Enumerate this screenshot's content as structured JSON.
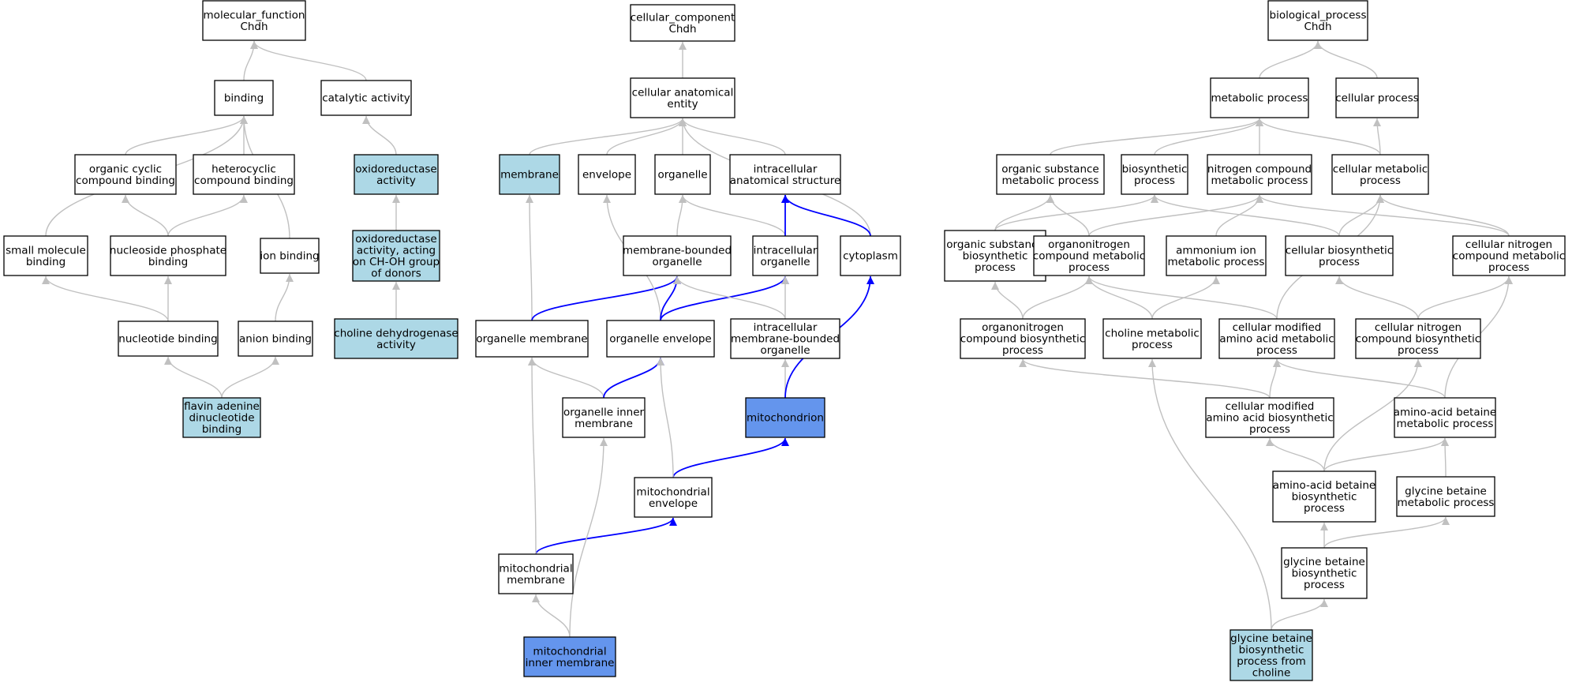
{
  "colors": {
    "plain": "#ffffff",
    "light_blue": "#add8e6",
    "cornflower": "#6495ed",
    "edge_gray": "#c0c0c0",
    "edge_blue": "#0000ff"
  },
  "nodes": {
    "mf_root": {
      "lines": [
        "molecular_function",
        "Chdh"
      ],
      "fill": "plain"
    },
    "binding": {
      "lines": [
        "binding"
      ],
      "fill": "plain"
    },
    "catalytic": {
      "lines": [
        "catalytic activity"
      ],
      "fill": "plain"
    },
    "org_cyclic": {
      "lines": [
        "organic cyclic",
        "compound binding"
      ],
      "fill": "plain"
    },
    "heterocyclic": {
      "lines": [
        "heterocyclic",
        "compound binding"
      ],
      "fill": "plain"
    },
    "oxidoreductase": {
      "lines": [
        "oxidoreductase",
        "activity"
      ],
      "fill": "light_blue"
    },
    "small_mol": {
      "lines": [
        "small molecule",
        "binding"
      ],
      "fill": "plain"
    },
    "nuc_phos": {
      "lines": [
        "nucleoside phosphate",
        "binding"
      ],
      "fill": "plain"
    },
    "ion_binding": {
      "lines": [
        "ion binding"
      ],
      "fill": "plain"
    },
    "oxidoreductase_choh": {
      "lines": [
        "oxidoreductase",
        "activity, acting",
        "on CH-OH group",
        "of donors"
      ],
      "fill": "light_blue"
    },
    "nuc_binding": {
      "lines": [
        "nucleotide binding"
      ],
      "fill": "plain"
    },
    "anion_binding": {
      "lines": [
        "anion binding"
      ],
      "fill": "plain"
    },
    "choline_dh": {
      "lines": [
        "choline dehydrogenase",
        "activity"
      ],
      "fill": "light_blue"
    },
    "fad_binding": {
      "lines": [
        "flavin adenine",
        "dinucleotide",
        "binding"
      ],
      "fill": "light_blue"
    },
    "cc_root": {
      "lines": [
        "cellular_component",
        "Chdh"
      ],
      "fill": "plain"
    },
    "cae": {
      "lines": [
        "cellular anatomical",
        "entity"
      ],
      "fill": "plain"
    },
    "membrane": {
      "lines": [
        "membrane"
      ],
      "fill": "light_blue"
    },
    "envelope": {
      "lines": [
        "envelope"
      ],
      "fill": "plain"
    },
    "organelle": {
      "lines": [
        "organelle"
      ],
      "fill": "plain"
    },
    "ias": {
      "lines": [
        "intracellular",
        "anatomical structure"
      ],
      "fill": "plain"
    },
    "mbo": {
      "lines": [
        "membrane-bounded",
        "organelle"
      ],
      "fill": "plain"
    },
    "io": {
      "lines": [
        "intracellular",
        "organelle"
      ],
      "fill": "plain"
    },
    "cytoplasm": {
      "lines": [
        "cytoplasm"
      ],
      "fill": "plain"
    },
    "org_membrane": {
      "lines": [
        "organelle membrane"
      ],
      "fill": "plain"
    },
    "org_envelope": {
      "lines": [
        "organelle envelope"
      ],
      "fill": "plain"
    },
    "imbo": {
      "lines": [
        "intracellular",
        "membrane-bounded",
        "organelle"
      ],
      "fill": "plain"
    },
    "org_inner": {
      "lines": [
        "organelle inner",
        "membrane"
      ],
      "fill": "plain"
    },
    "mitochondrion": {
      "lines": [
        "mitochondrion"
      ],
      "fill": "cornflower"
    },
    "mito_env": {
      "lines": [
        "mitochondrial",
        "envelope"
      ],
      "fill": "plain"
    },
    "mito_mem": {
      "lines": [
        "mitochondrial",
        "membrane"
      ],
      "fill": "plain"
    },
    "mito_inner": {
      "lines": [
        "mitochondrial",
        "inner membrane"
      ],
      "fill": "cornflower"
    },
    "bp_root": {
      "lines": [
        "biological_process",
        "Chdh"
      ],
      "fill": "plain"
    },
    "metabolic": {
      "lines": [
        "metabolic process"
      ],
      "fill": "plain"
    },
    "cellular_proc": {
      "lines": [
        "cellular process"
      ],
      "fill": "plain"
    },
    "osmp": {
      "lines": [
        "organic substance",
        "metabolic process"
      ],
      "fill": "plain"
    },
    "biosynthetic": {
      "lines": [
        "biosynthetic",
        "process"
      ],
      "fill": "plain"
    },
    "ncmp": {
      "lines": [
        "nitrogen compound",
        "metabolic process"
      ],
      "fill": "plain"
    },
    "cmp": {
      "lines": [
        "cellular metabolic",
        "process"
      ],
      "fill": "plain"
    },
    "osbp": {
      "lines": [
        "organic substance",
        "biosynthetic",
        "process"
      ],
      "fill": "plain"
    },
    "oncmp": {
      "lines": [
        "organonitrogen",
        "compound metabolic",
        "process"
      ],
      "fill": "plain"
    },
    "ammonium": {
      "lines": [
        "ammonium ion",
        "metabolic process"
      ],
      "fill": "plain"
    },
    "cbp": {
      "lines": [
        "cellular biosynthetic",
        "process"
      ],
      "fill": "plain"
    },
    "cncmp": {
      "lines": [
        "cellular nitrogen",
        "compound metabolic",
        "process"
      ],
      "fill": "plain"
    },
    "oncbp": {
      "lines": [
        "organonitrogen",
        "compound biosynthetic",
        "process"
      ],
      "fill": "plain"
    },
    "choline_mp": {
      "lines": [
        "choline metabolic",
        "process"
      ],
      "fill": "plain"
    },
    "cmaamp": {
      "lines": [
        "cellular modified",
        "amino acid metabolic",
        "process"
      ],
      "fill": "plain"
    },
    "cncbp": {
      "lines": [
        "cellular nitrogen",
        "compound biosynthetic",
        "process"
      ],
      "fill": "plain"
    },
    "cmaabp": {
      "lines": [
        "cellular modified",
        "amino acid biosynthetic",
        "process"
      ],
      "fill": "plain"
    },
    "aabmp": {
      "lines": [
        "amino-acid betaine",
        "metabolic process"
      ],
      "fill": "plain"
    },
    "aabbp": {
      "lines": [
        "amino-acid betaine",
        "biosynthetic",
        "process"
      ],
      "fill": "plain"
    },
    "gbmp": {
      "lines": [
        "glycine betaine",
        "metabolic process"
      ],
      "fill": "plain"
    },
    "gbbp": {
      "lines": [
        "glycine betaine",
        "biosynthetic",
        "process"
      ],
      "fill": "plain"
    },
    "gbbp_choline": {
      "lines": [
        "glycine betaine",
        "biosynthetic",
        "process from",
        "choline"
      ],
      "fill": "light_blue"
    }
  },
  "edges": [
    {
      "from": "binding",
      "to": "mf_root",
      "style": "gray"
    },
    {
      "from": "catalytic",
      "to": "mf_root",
      "style": "gray"
    },
    {
      "from": "org_cyclic",
      "to": "binding",
      "style": "gray"
    },
    {
      "from": "heterocyclic",
      "to": "binding",
      "style": "gray"
    },
    {
      "from": "small_mol",
      "to": "binding",
      "style": "gray"
    },
    {
      "from": "ion_binding",
      "to": "binding",
      "style": "gray"
    },
    {
      "from": "oxidoreductase",
      "to": "catalytic",
      "style": "gray"
    },
    {
      "from": "nuc_phos",
      "to": "org_cyclic",
      "style": "gray"
    },
    {
      "from": "nuc_phos",
      "to": "heterocyclic",
      "style": "gray"
    },
    {
      "from": "oxidoreductase_choh",
      "to": "oxidoreductase",
      "style": "gray"
    },
    {
      "from": "nuc_binding",
      "to": "small_mol",
      "style": "gray"
    },
    {
      "from": "nuc_binding",
      "to": "nuc_phos",
      "style": "gray"
    },
    {
      "from": "anion_binding",
      "to": "ion_binding",
      "style": "gray"
    },
    {
      "from": "choline_dh",
      "to": "oxidoreductase_choh",
      "style": "gray"
    },
    {
      "from": "fad_binding",
      "to": "nuc_binding",
      "style": "gray"
    },
    {
      "from": "fad_binding",
      "to": "anion_binding",
      "style": "gray"
    },
    {
      "from": "cae",
      "to": "cc_root",
      "style": "gray"
    },
    {
      "from": "membrane",
      "to": "cae",
      "style": "gray"
    },
    {
      "from": "envelope",
      "to": "cae",
      "style": "gray"
    },
    {
      "from": "organelle",
      "to": "cae",
      "style": "gray"
    },
    {
      "from": "ias",
      "to": "cae",
      "style": "gray"
    },
    {
      "from": "cytoplasm",
      "to": "cae",
      "style": "gray"
    },
    {
      "from": "mbo",
      "to": "organelle",
      "style": "gray"
    },
    {
      "from": "io",
      "to": "organelle",
      "style": "gray"
    },
    {
      "from": "io",
      "to": "ias",
      "style": "blue"
    },
    {
      "from": "cytoplasm",
      "to": "ias",
      "style": "blue"
    },
    {
      "from": "org_membrane",
      "to": "membrane",
      "style": "gray"
    },
    {
      "from": "org_membrane",
      "to": "mbo",
      "style": "blue"
    },
    {
      "from": "org_envelope",
      "to": "envelope",
      "style": "gray"
    },
    {
      "from": "org_envelope",
      "to": "mbo",
      "style": "blue"
    },
    {
      "from": "org_envelope",
      "to": "io",
      "style": "blue"
    },
    {
      "from": "imbo",
      "to": "mbo",
      "style": "gray"
    },
    {
      "from": "imbo",
      "to": "io",
      "style": "gray"
    },
    {
      "from": "org_inner",
      "to": "org_membrane",
      "style": "gray"
    },
    {
      "from": "org_inner",
      "to": "org_envelope",
      "style": "blue"
    },
    {
      "from": "mitochondrion",
      "to": "imbo",
      "style": "gray"
    },
    {
      "from": "mitochondrion",
      "to": "cytoplasm",
      "style": "blue"
    },
    {
      "from": "mito_env",
      "to": "mitochondrion",
      "style": "blue"
    },
    {
      "from": "mito_env",
      "to": "org_envelope",
      "style": "gray"
    },
    {
      "from": "mito_mem",
      "to": "mito_env",
      "style": "blue"
    },
    {
      "from": "mito_mem",
      "to": "org_membrane",
      "style": "gray"
    },
    {
      "from": "mito_inner",
      "to": "mito_mem",
      "style": "gray"
    },
    {
      "from": "mito_inner",
      "to": "org_inner",
      "style": "gray"
    },
    {
      "from": "metabolic",
      "to": "bp_root",
      "style": "gray"
    },
    {
      "from": "cellular_proc",
      "to": "bp_root",
      "style": "gray"
    },
    {
      "from": "osmp",
      "to": "metabolic",
      "style": "gray"
    },
    {
      "from": "biosynthetic",
      "to": "metabolic",
      "style": "gray"
    },
    {
      "from": "ncmp",
      "to": "metabolic",
      "style": "gray"
    },
    {
      "from": "cmp",
      "to": "metabolic",
      "style": "gray"
    },
    {
      "from": "cmp",
      "to": "cellular_proc",
      "style": "gray"
    },
    {
      "from": "osbp",
      "to": "osmp",
      "style": "gray"
    },
    {
      "from": "osbp",
      "to": "biosynthetic",
      "style": "gray"
    },
    {
      "from": "oncmp",
      "to": "osmp",
      "style": "gray"
    },
    {
      "from": "oncmp",
      "to": "ncmp",
      "style": "gray"
    },
    {
      "from": "ammonium",
      "to": "ncmp",
      "style": "gray"
    },
    {
      "from": "cbp",
      "to": "biosynthetic",
      "style": "gray"
    },
    {
      "from": "cbp",
      "to": "cmp",
      "style": "gray"
    },
    {
      "from": "cncmp",
      "to": "ncmp",
      "style": "gray"
    },
    {
      "from": "cncmp",
      "to": "cmp",
      "style": "gray"
    },
    {
      "from": "oncbp",
      "to": "osbp",
      "style": "gray"
    },
    {
      "from": "oncbp",
      "to": "oncmp",
      "style": "gray"
    },
    {
      "from": "choline_mp",
      "to": "oncmp",
      "style": "gray"
    },
    {
      "from": "choline_mp",
      "to": "ammonium",
      "style": "gray"
    },
    {
      "from": "cmaamp",
      "to": "oncmp",
      "style": "gray"
    },
    {
      "from": "cmaamp",
      "to": "cmp",
      "style": "gray"
    },
    {
      "from": "cncbp",
      "to": "cbp",
      "style": "gray"
    },
    {
      "from": "cncbp",
      "to": "cncmp",
      "style": "gray"
    },
    {
      "from": "cmaabp",
      "to": "oncbp",
      "style": "gray"
    },
    {
      "from": "cmaabp",
      "to": "cmaamp",
      "style": "gray"
    },
    {
      "from": "aabmp",
      "to": "cmaamp",
      "style": "gray"
    },
    {
      "from": "aabmp",
      "to": "cncmp",
      "style": "gray"
    },
    {
      "from": "aabbp",
      "to": "cmaabp",
      "style": "gray"
    },
    {
      "from": "aabbp",
      "to": "aabmp",
      "style": "gray"
    },
    {
      "from": "aabbp",
      "to": "cncbp",
      "style": "gray"
    },
    {
      "from": "gbmp",
      "to": "aabmp",
      "style": "gray"
    },
    {
      "from": "gbbp",
      "to": "aabbp",
      "style": "gray"
    },
    {
      "from": "gbbp",
      "to": "gbmp",
      "style": "gray"
    },
    {
      "from": "gbbp_choline",
      "to": "gbbp",
      "style": "gray"
    },
    {
      "from": "gbbp_choline",
      "to": "choline_mp",
      "style": "gray"
    }
  ]
}
